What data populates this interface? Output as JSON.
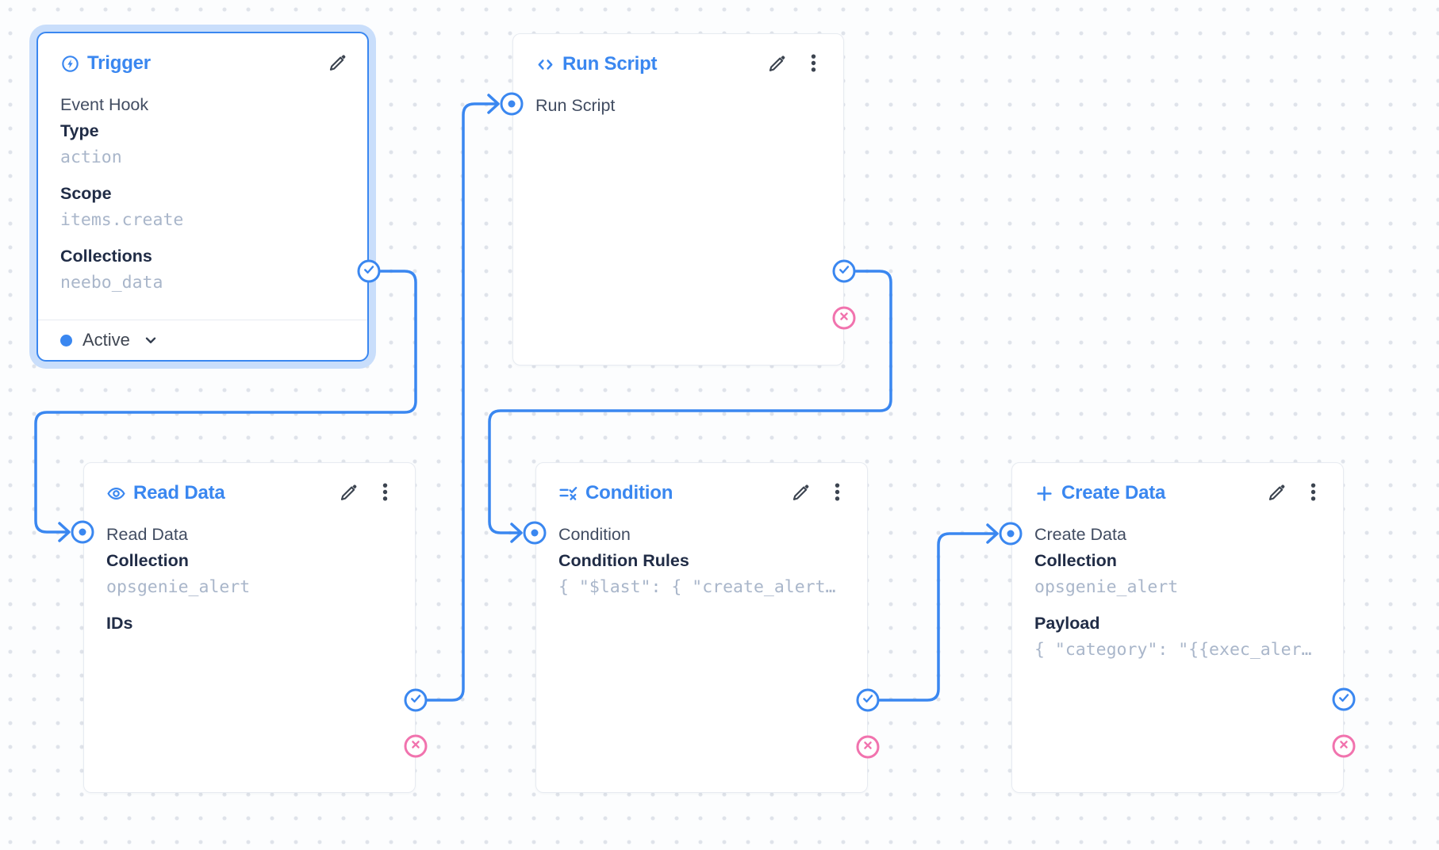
{
  "colors": {
    "primary": "#3a87f0",
    "danger": "#f173ae",
    "selection_glow": "#c9defb",
    "mono_text": "#a9b6ca"
  },
  "panels": {
    "trigger": {
      "title": "Trigger",
      "icon": "bolt-circle-icon",
      "trigger_type": "Event Hook",
      "fields": {
        "type": {
          "label": "Type",
          "value": "action"
        },
        "scope": {
          "label": "Scope",
          "value": "items.create"
        },
        "collections": {
          "label": "Collections",
          "value": "neebo_data"
        }
      },
      "status_label": "Active",
      "selected": true
    },
    "run_script": {
      "title": "Run Script",
      "icon": "code-icon",
      "input_label": "Run Script"
    },
    "read_data": {
      "title": "Read Data",
      "icon": "eye-icon",
      "input_label": "Read Data",
      "fields": {
        "collection": {
          "label": "Collection",
          "value": "opsgenie_alert"
        },
        "ids": {
          "label": "IDs"
        }
      }
    },
    "condition": {
      "title": "Condition",
      "icon": "rule-icon",
      "input_label": "Condition",
      "fields": {
        "rules": {
          "label": "Condition Rules",
          "value": "{ \"$last\": { \"create_alert…"
        }
      }
    },
    "create_data": {
      "title": "Create Data",
      "icon": "plus-icon",
      "input_label": "Create Data",
      "fields": {
        "collection": {
          "label": "Collection",
          "value": "opsgenie_alert"
        },
        "payload": {
          "label": "Payload",
          "value": "{ \"category\": \"{{exec_aler…"
        }
      }
    }
  },
  "connections": [
    {
      "from": "trigger.resolve",
      "to": "read_data.input"
    },
    {
      "from": "read_data.resolve",
      "to": "run_script.input"
    },
    {
      "from": "run_script.resolve",
      "to": "condition.input"
    },
    {
      "from": "condition.resolve",
      "to": "create_data.input"
    }
  ]
}
